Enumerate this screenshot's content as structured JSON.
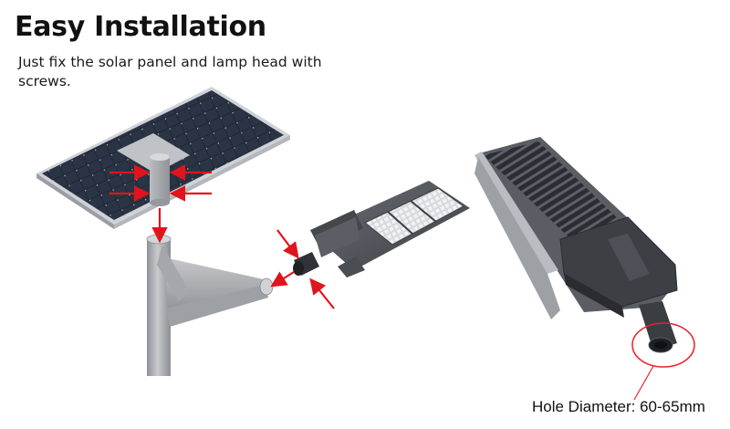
{
  "header": {
    "title": "Easy Installation",
    "subtitle": "Just fix the solar panel and lamp head with screws."
  },
  "callout": {
    "caption": "Hole Diameter: 60-65mm"
  },
  "colors": {
    "arrow": "#e0141c",
    "callout_circle": "#e8232b",
    "pole": "#a9acb0",
    "panel_cell": "#1f2734",
    "lamp_body": "#54585e"
  },
  "icons": [
    "solar-panel-icon",
    "pole-icon",
    "lamp-head-icon",
    "arrow-icon"
  ]
}
